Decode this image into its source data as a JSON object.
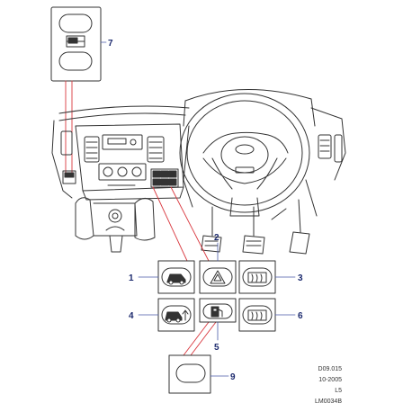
{
  "callouts": {
    "c1": "1",
    "c2": "2",
    "c3": "3",
    "c4": "4",
    "c5": "5",
    "c6": "6",
    "c7": "7",
    "c9": "9"
  },
  "reference": {
    "code": "D09.015",
    "date": "10-2005",
    "level": "L5",
    "drawing": "LM0034B"
  },
  "colors": {
    "line": "#333333",
    "leader_red": "#d9383f",
    "callout_text": "#1c2a6e",
    "callout_leader": "#4a5aa8"
  },
  "icons": {
    "switch_1": "vehicle-icon",
    "switch_2": "hazard-triangle-icon",
    "switch_3": "rear-defrost-icon",
    "switch_4": "vehicle-arrow-icon",
    "switch_5": "fuel-filler-icon",
    "switch_6": "heated-screen-icon",
    "switch_7": "window-switch-icon",
    "switch_9": "blank-switch-icon"
  }
}
